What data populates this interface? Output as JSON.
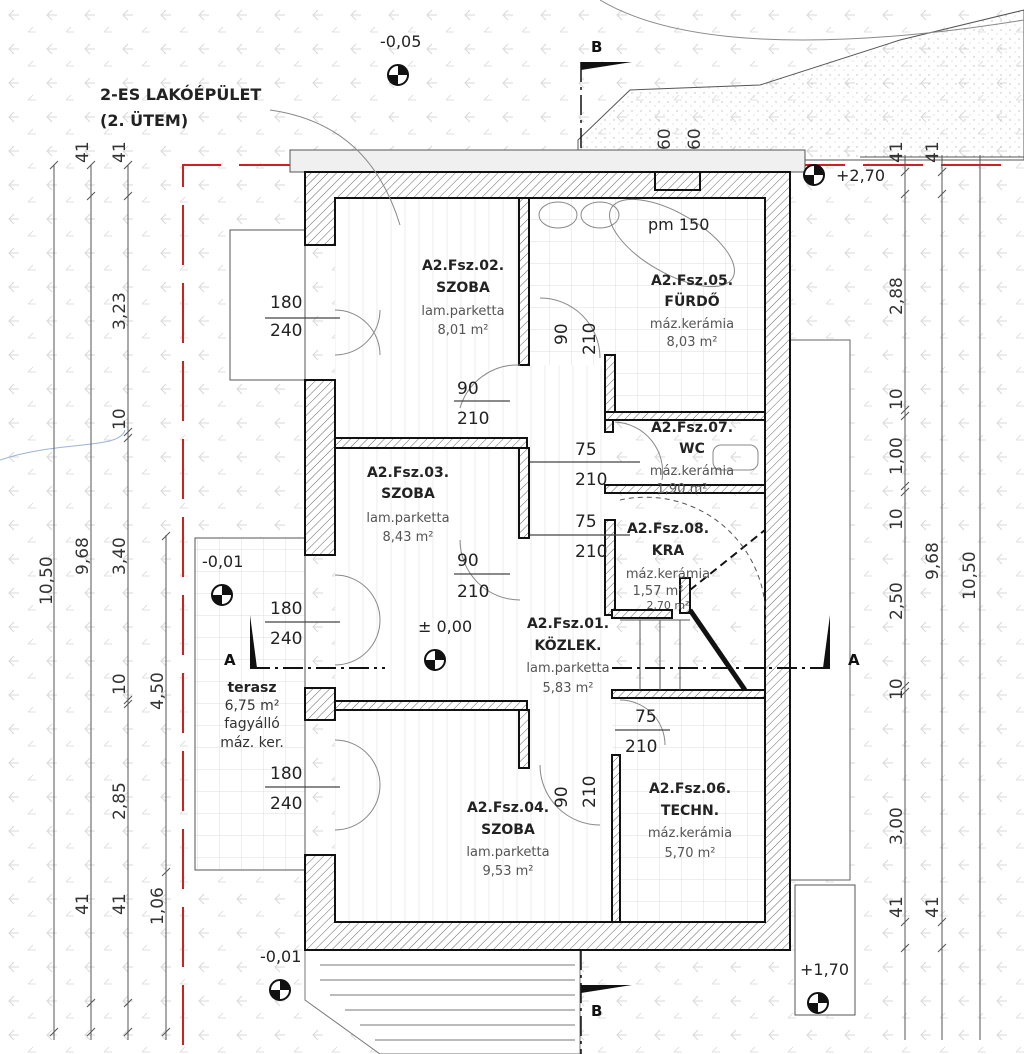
{
  "title": {
    "line1": "2-ES LAKÓÉPÜLET",
    "line2": "(2. ÜTEM)"
  },
  "colors": {
    "property_line": "#cc2222",
    "wall": "#222222",
    "background_pattern": "#d8d8d8",
    "contour": "#9bb4d6"
  },
  "rooms": [
    {
      "id": "A2.Fsz.02.",
      "name": "SZOBA",
      "floor": "lam.parketta",
      "area": "8,01 m²"
    },
    {
      "id": "A2.Fsz.05.",
      "name": "FÜRDŐ",
      "floor": "máz.kerámia",
      "area": "8,03 m²"
    },
    {
      "id": "A2.Fsz.07.",
      "name": "WC",
      "floor": "máz.kerámia",
      "area": "1,90 m²"
    },
    {
      "id": "A2.Fsz.03.",
      "name": "SZOBA",
      "floor": "lam.parketta",
      "area": "8,43 m²"
    },
    {
      "id": "A2.Fsz.08.",
      "name": "KRA",
      "floor": "máz.kerámia",
      "area": "1,57 m²",
      "area2": "2,70 m²"
    },
    {
      "id": "A2.Fsz.01.",
      "name": "KÖZLEK.",
      "floor": "lam.parketta",
      "area": "5,83 m²"
    },
    {
      "id": "A2.Fsz.04.",
      "name": "SZOBA",
      "floor": "lam.parketta",
      "area": "9,53 m²"
    },
    {
      "id": "A2.Fsz.06.",
      "name": "TECHN.",
      "floor": "máz.kerámia",
      "area": "5,70 m²"
    }
  ],
  "terrace": {
    "name": "terasz",
    "area": "6,75 m²",
    "floor1": "fagyálló",
    "floor2": "máz. ker."
  },
  "fixtures": {
    "bathtub": "pm 150"
  },
  "doors": [
    {
      "w": "180",
      "h": "240"
    },
    {
      "w": "180",
      "h": "240"
    },
    {
      "w": "180",
      "h": "240"
    },
    {
      "w": "90",
      "h": "210"
    },
    {
      "w": "90",
      "h": "210"
    },
    {
      "w": "90",
      "h": "210"
    },
    {
      "w": "90",
      "h": "210"
    },
    {
      "w": "75",
      "h": "210"
    },
    {
      "w": "75",
      "h": "210"
    },
    {
      "w": "75",
      "h": "210"
    }
  ],
  "levels": {
    "top": "-0,05",
    "right_top": "+2,70",
    "terrace": "-0,01",
    "floor": "± 0,00",
    "bottom_left": "-0,01",
    "bottom_right": "+1,70"
  },
  "sections": {
    "a_left": "A",
    "a_right": "A",
    "b_top": "B",
    "b_bottom": "B"
  },
  "top_dims": [
    "60",
    "60"
  ],
  "left_dims": {
    "col1": [
      "10,50"
    ],
    "col2": [
      "41",
      "9,68",
      "41"
    ],
    "col3": [
      "41",
      "3,23",
      "10",
      "3,40",
      "10",
      "2,85",
      "41"
    ],
    "col4": [
      "4,50",
      "1,06"
    ]
  },
  "right_dims": {
    "col1": [
      "41",
      "2,88",
      "10",
      "1,00",
      "10",
      "2,50",
      "10",
      "3,00",
      "41"
    ],
    "col2": [
      "41",
      "9,68",
      "41"
    ],
    "col3": [
      "10,50"
    ]
  }
}
